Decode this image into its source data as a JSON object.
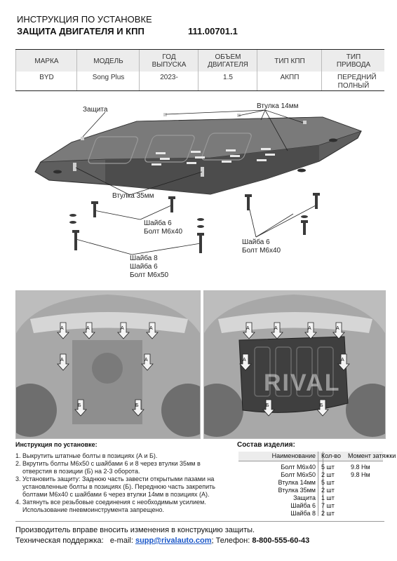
{
  "header": {
    "title_line1": "ИНСТРУКЦИЯ ПО УСТАНОВКЕ",
    "title_line2": "ЗАЩИТА ДВИГАТЕЛЯ И КПП",
    "part_number": "111.00701.1"
  },
  "spec_table": {
    "headers": [
      "МАРКА",
      "МОДЕЛЬ",
      "ГОД ВЫПУСКА",
      "ОБЪЕМ ДВИГАТЕЛЯ",
      "ТИП КПП",
      "ТИП ПРИВОДА"
    ],
    "values": [
      "BYD",
      "Song Plus",
      "2023-",
      "1.5",
      "АКПП",
      "ПЕРЕДНИЙ ПОЛНЫЙ"
    ]
  },
  "diagram_labels": {
    "guard": "Защита",
    "bushing14": "Втулка 14мм",
    "bushing35": "Втулка 35мм",
    "washer6_a": "Шайба 6",
    "bolt_m6x40_a": "Болт М6х40",
    "washer6_b": "Шайба 6",
    "bolt_m6x40_b": "Болт М6х40",
    "washer8": "Шайба 8",
    "washer6_c": "Шайба 6",
    "bolt_m6x50": "Болт М6х50"
  },
  "photo_markers": {
    "a": "А",
    "b": "Б"
  },
  "watermark": "RIVAL",
  "instructions": {
    "title": "Инструкция по установке:",
    "steps": [
      "1. Выкрутить штатные болты в позициях (А и Б).",
      "2. Вкрутить болты М6х50 с шайбами 6 и 8 через втулки 35мм в",
      "    отверстия в позиции (Б) на 2-3 оборота.",
      "3. Установить защиту: Заднюю часть завести открытыми пазами на",
      "    установленные болты в позициях (Б). Переднюю часть закрепить",
      "    болтами М6х40 с шайбами 6 через втулки 14мм в позициях (А).",
      "4. Затянуть все резьбовые соединения с необходимым усилием.",
      "    Использование пневмоинструмента запрещено."
    ]
  },
  "composition": {
    "title": "Состав изделия:",
    "col_name": "Наименование",
    "col_qty": "Кол-во",
    "col_torque": "Момент затяжки",
    "rows": [
      {
        "name": "Болт М6х40",
        "qty": "5 шт",
        "torque": "9.8 Нм"
      },
      {
        "name": "Болт М6х50",
        "qty": "2 шт",
        "torque": "9.8 Нм"
      },
      {
        "name": "Втулка 14мм",
        "qty": "5 шт",
        "torque": ""
      },
      {
        "name": "Втулка 35мм",
        "qty": "2 шт",
        "torque": ""
      },
      {
        "name": "Защита",
        "qty": "1 шт",
        "torque": ""
      },
      {
        "name": "Шайба 6",
        "qty": "7 шт",
        "torque": ""
      },
      {
        "name": "Шайба 8",
        "qty": "2 шт",
        "torque": ""
      }
    ]
  },
  "footer": {
    "notice": "Производитель вправе вносить изменения в конструкцию защиты.",
    "support_prefix": "Техническая поддержка:   e-mail: ",
    "email": "supp@rivalauto.com",
    "phone_prefix": "; Телефон: ",
    "phone": "8-800-555-60-43"
  }
}
